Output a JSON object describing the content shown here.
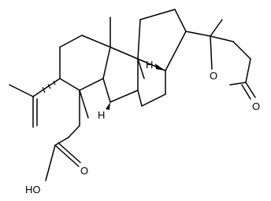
{
  "labels": {
    "ring_oxygen": "O",
    "carbonyl_oxygen": "O",
    "acid_group": "HO",
    "acid_oxygen": "O",
    "h_ring_junction_right": "H",
    "h_ring_junction_left": "H"
  },
  "colors": {
    "bond": "#000000",
    "background": "#ffffff"
  }
}
